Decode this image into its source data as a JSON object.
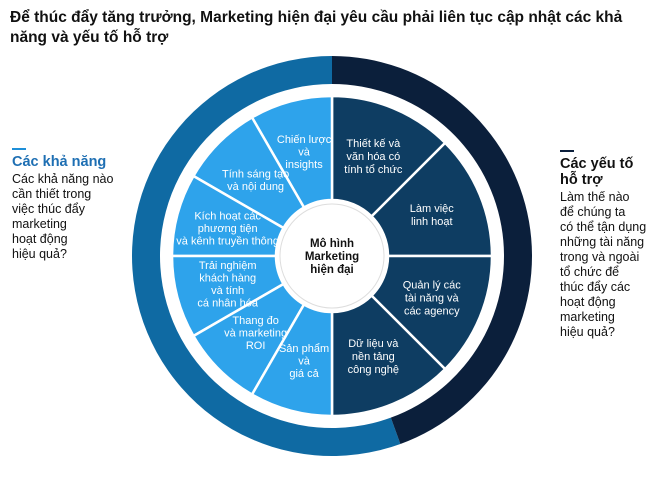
{
  "title": "Để thúc đẩy tăng trưởng, Marketing hiện đại yêu cầu phải liên tục cập nhật các khả năng và yếu tố hỗ trợ",
  "left_panel": {
    "heading": "Các khả năng",
    "body": [
      "Các khả năng nào",
      "cần thiết trong",
      "việc thúc đẩy",
      "marketing",
      "hoạt động",
      "hiệu quả?"
    ]
  },
  "right_panel": {
    "heading": [
      "Các yếu tố",
      "hỗ trợ"
    ],
    "body": [
      "Làm thế nào",
      "để chúng ta",
      "có thể tận dụng",
      "những tài năng",
      "trong và ngoài",
      "tổ chức để",
      "thúc đẩy các",
      "hoạt động",
      "marketing",
      "hiệu quả?"
    ]
  },
  "center": [
    "Mô hình",
    "Marketing",
    "hiện đại"
  ],
  "capabilities": [
    [
      "Chiến lược",
      "và",
      "insights"
    ],
    [
      "Tính sáng tạo",
      "và nội dung"
    ],
    [
      "Kích hoạt các",
      "phương tiện",
      "và kênh truyền thông"
    ],
    [
      "Trải nghiệm",
      "khách hàng",
      "và tính",
      "cá nhân hóa"
    ],
    [
      "Thang đo",
      "và marketing",
      "ROI"
    ],
    [
      "Sản phẩm",
      "và",
      "giá cả"
    ]
  ],
  "enablers": [
    [
      "Thiết kế và",
      "văn hóa có",
      "tính tổ chức"
    ],
    [
      "Làm việc",
      "linh hoạt"
    ],
    [
      "Quản lý các",
      "tài năng và",
      "các agency"
    ],
    [
      "Dữ liệu và",
      "nền tảng",
      "công nghệ"
    ]
  ],
  "colors": {
    "outer_ring_capabilities": "#0f6aa3",
    "outer_ring_enablers": "#0b1f3b",
    "capability_segment": "#2ea3eb",
    "enabler_segment": "#0e3d62",
    "left_accent": "#1e8fd8",
    "right_accent": "#0b1f3b"
  }
}
